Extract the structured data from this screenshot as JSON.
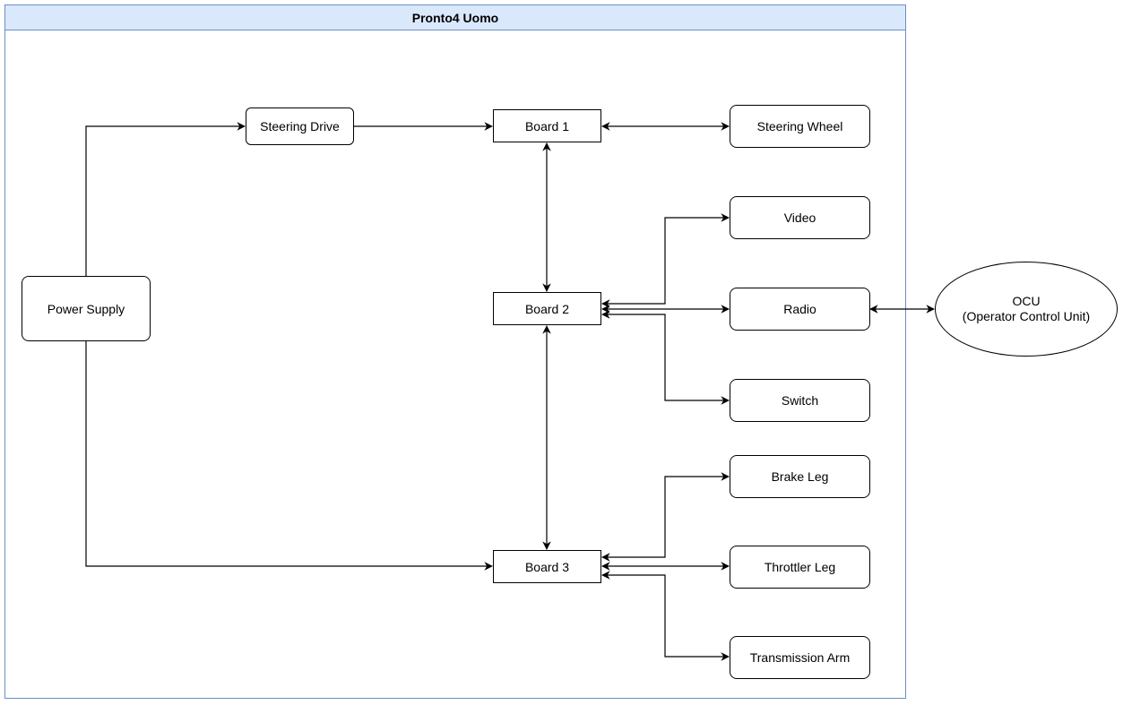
{
  "container": {
    "title": "Pronto4 Uomo",
    "fill": "#dae8fc",
    "stroke": "#6c8ebf"
  },
  "nodes": {
    "power_supply": "Power Supply",
    "steering_drive": "Steering Drive",
    "board1": "Board 1",
    "board2": "Board 2",
    "board3": "Board 3",
    "steering_wheel": "Steering Wheel",
    "video": "Video",
    "radio": "Radio",
    "switch": "Switch",
    "brake_leg": "Brake Leg",
    "throttler_leg": "Throttler Leg",
    "transmission_arm": "Transmission Arm",
    "ocu_line1": "OCU",
    "ocu_line2": "(Operator Control Unit)"
  }
}
